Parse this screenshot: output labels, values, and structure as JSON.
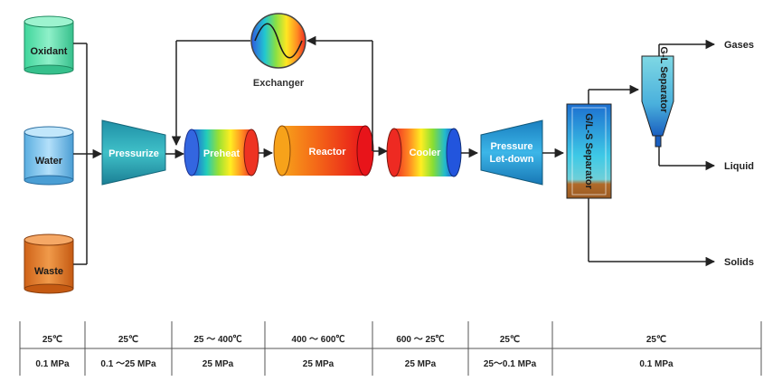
{
  "colors": {
    "oxidant": "#5fe3b0",
    "water": "#8ecbf0",
    "waste": "#e07a2a",
    "pressurize": "#2aa7b5",
    "letdown": "#2a9fd0",
    "line": "#222222"
  },
  "tanks": {
    "oxidant": "Oxidant",
    "water": "Water",
    "waste": "Waste"
  },
  "units": {
    "pressurize": "Pressurize",
    "preheat": "Preheat",
    "exchanger": "Exchanger",
    "reactor": "Reactor",
    "cooler": "Cooler",
    "letdown_line1": "Pressure",
    "letdown_line2": "Let-down",
    "gls_separator": "G/L-S Separator",
    "gl_separator": "G-L Separator"
  },
  "outputs": {
    "gases": "Gases",
    "liquid": "Liquid",
    "solids": "Solids"
  },
  "conditions": [
    {
      "temp": "25℃",
      "pressure": "0.1 MPa"
    },
    {
      "temp": "25℃",
      "pressure": "0.1 ～25 MPa"
    },
    {
      "temp": "25 ～ 400℃",
      "pressure": "25 MPa"
    },
    {
      "temp": "400 ～ 600℃",
      "pressure": "25 MPa"
    },
    {
      "temp": "600 ～ 25℃",
      "pressure": "25 MPa"
    },
    {
      "temp": "25℃",
      "pressure": "25～0.1 MPa"
    },
    {
      "temp": "25℃",
      "pressure": "0.1 MPa"
    }
  ]
}
